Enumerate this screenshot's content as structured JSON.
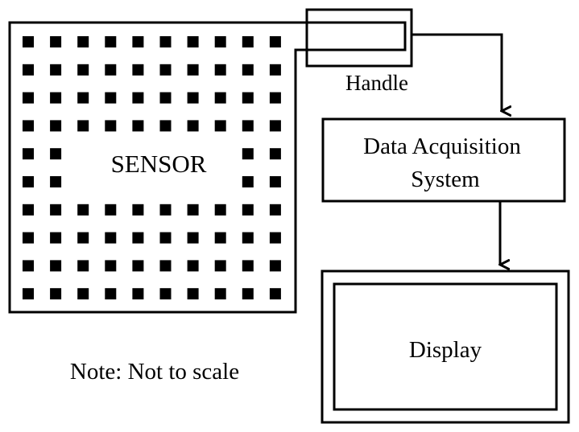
{
  "diagram": {
    "sensor_label": "SENSOR",
    "handle_label": "Handle",
    "daq_label_line1": "Data Acquisition",
    "daq_label_line2": "System",
    "display_label": "Display",
    "note": "Note: Not to scale",
    "sensor_grid": {
      "rows": 10,
      "columns": 10,
      "empty_rows": [
        4,
        5
      ],
      "empty_columns": [
        2,
        3,
        4,
        5,
        6,
        7
      ]
    },
    "colors": {
      "line": "#000000",
      "background": "#ffffff"
    }
  }
}
